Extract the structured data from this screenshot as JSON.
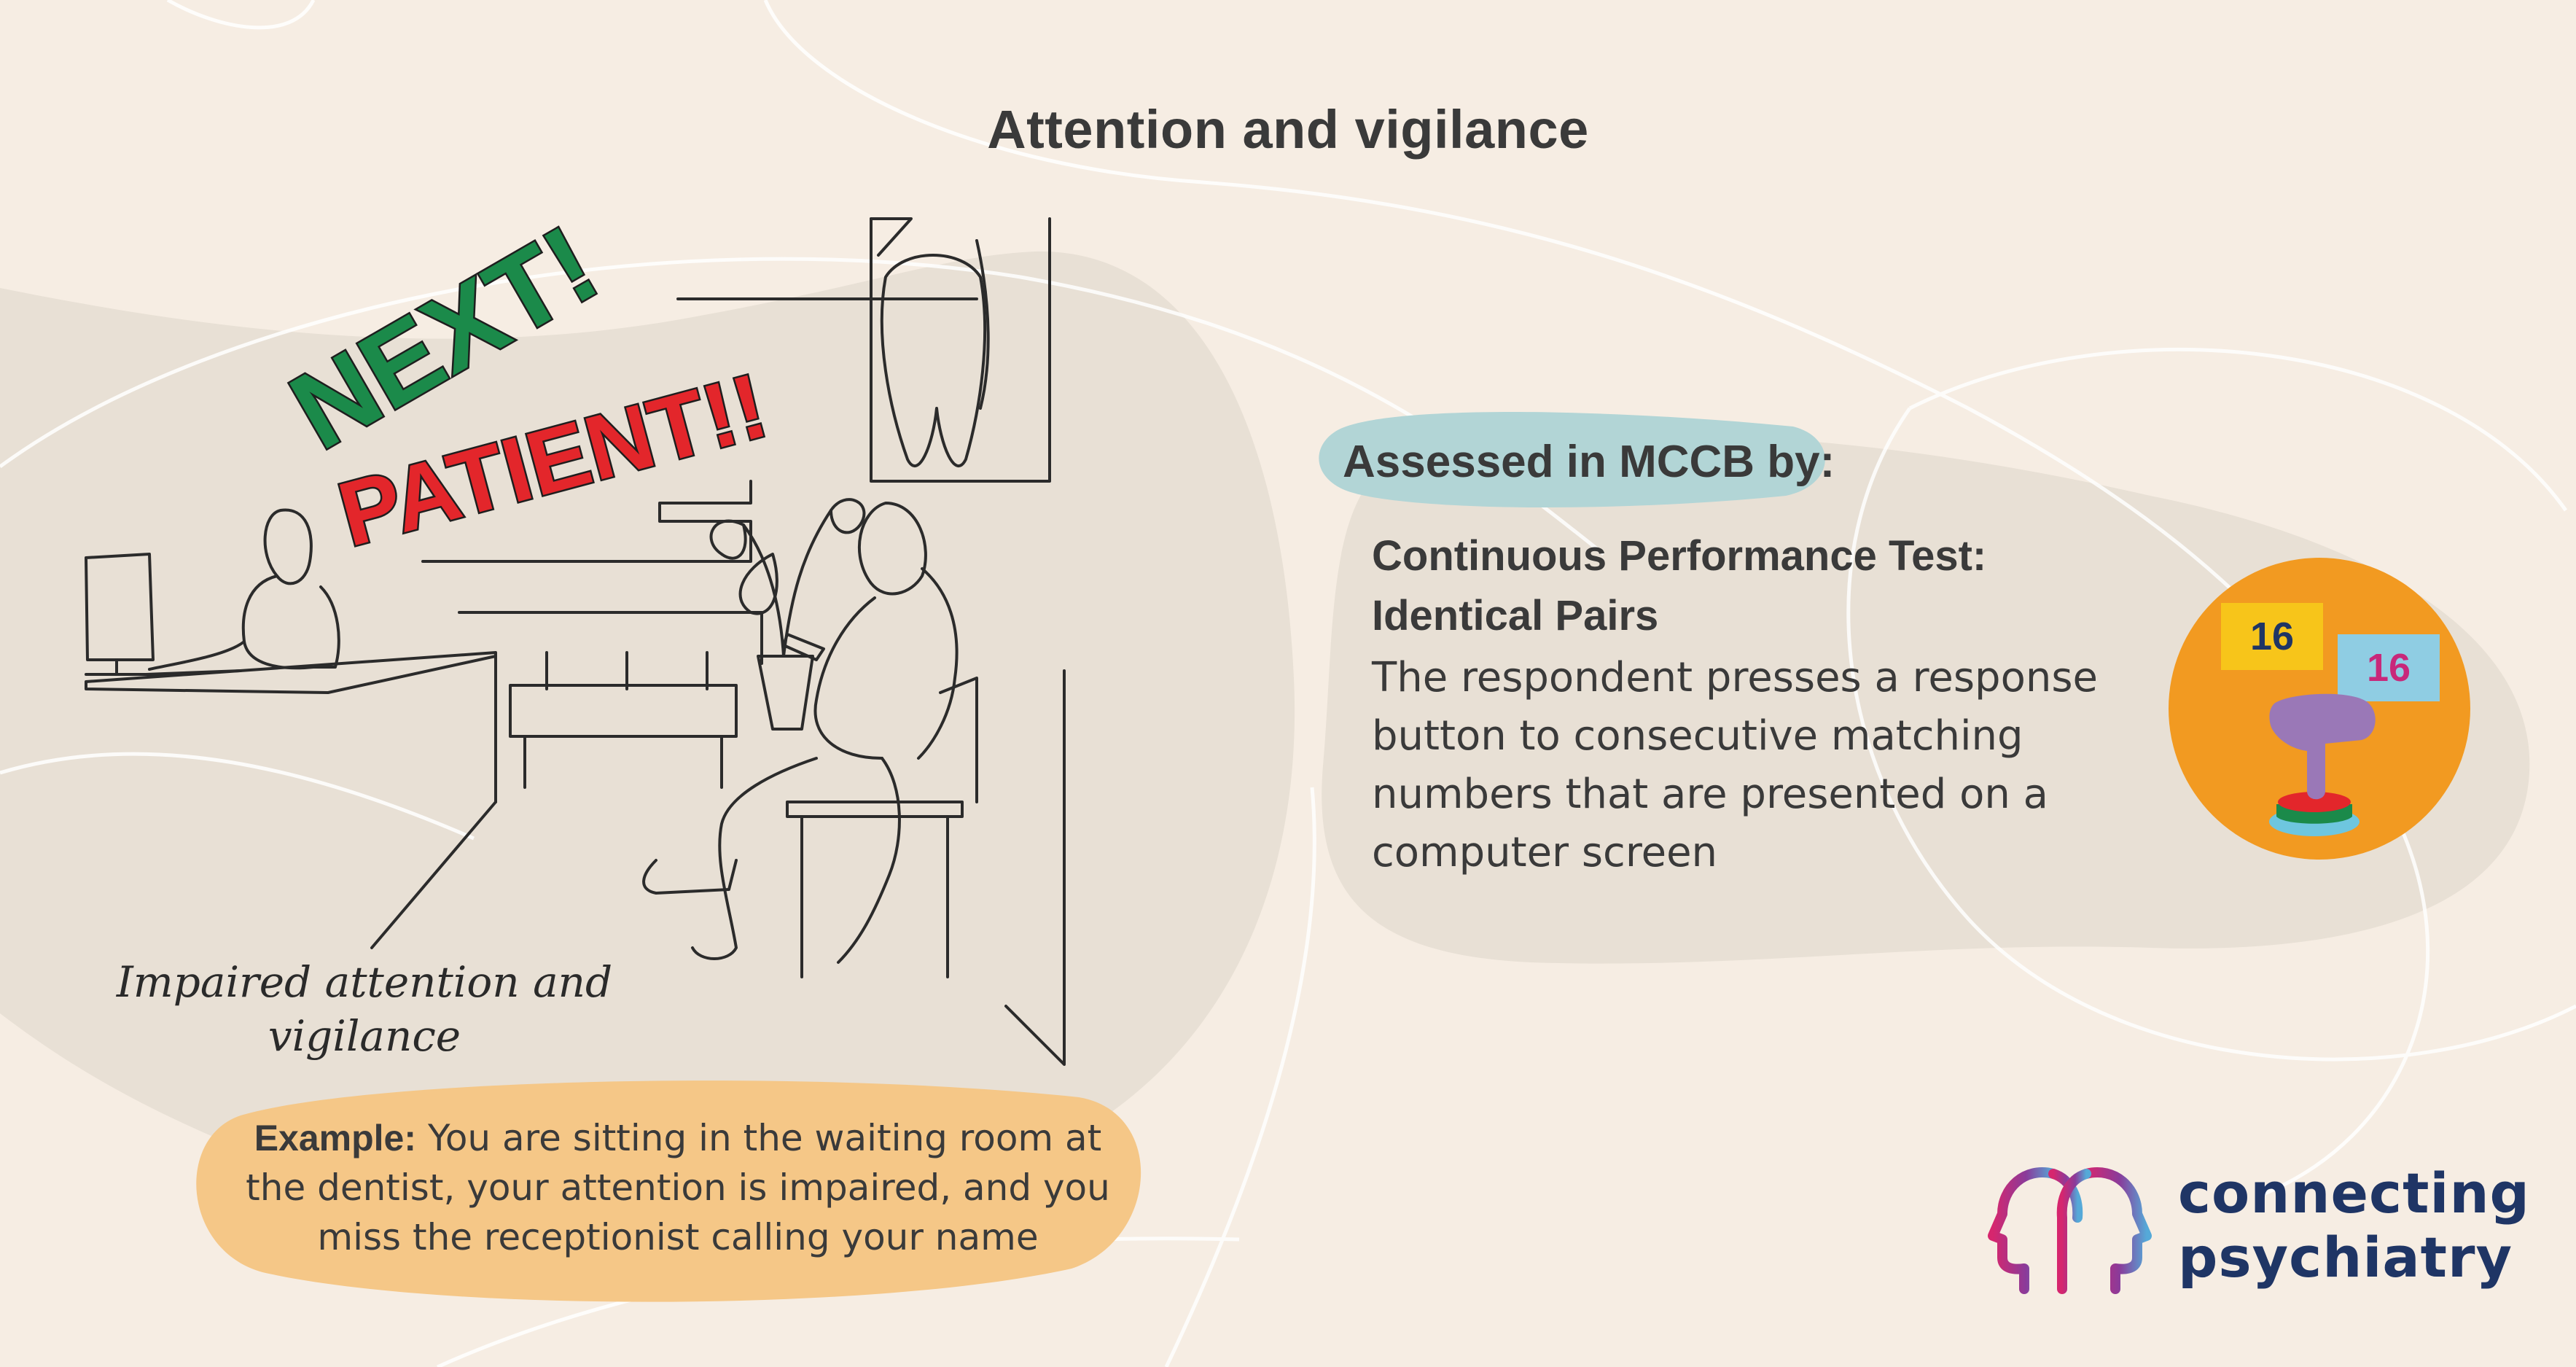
{
  "title": "Attention and vigilance",
  "assessed_label": "Assessed in MCCB by:",
  "test": {
    "name_line1": "Continuous Performance Test:",
    "name_line2": "Identical Pairs",
    "description": "The respondent presses a response button to consecutive matching numbers that are presented on a computer screen"
  },
  "illustration": {
    "shout_line1": "NEXT!",
    "shout_line2": "PATIENT!!",
    "caption": "Impaired attention and vigilance"
  },
  "example": {
    "label": "Example:",
    "text": "You are sitting in the waiting room at the dentist, your attention is impaired, and you miss the receptionist calling your name"
  },
  "cpt_icon": {
    "number_left": "16",
    "number_right": "16",
    "circle_color": "#f29a21",
    "card_left_color": "#f7c51a",
    "card_right_color": "#8fcde3",
    "number_left_color": "#1f3565",
    "number_right_color": "#c8287a",
    "hand_color": "#9a78b7"
  },
  "logo": {
    "line1": "connecting",
    "line2": "psychiatry",
    "text_color": "#1f3565"
  },
  "colors": {
    "background": "#f6ede3",
    "blob": "#e8e0d5",
    "example_highlight": "#f5c787",
    "assessed_highlight": "#b2d5d6",
    "next_color": "#1b8a4a",
    "patient_color": "#e3262b"
  }
}
